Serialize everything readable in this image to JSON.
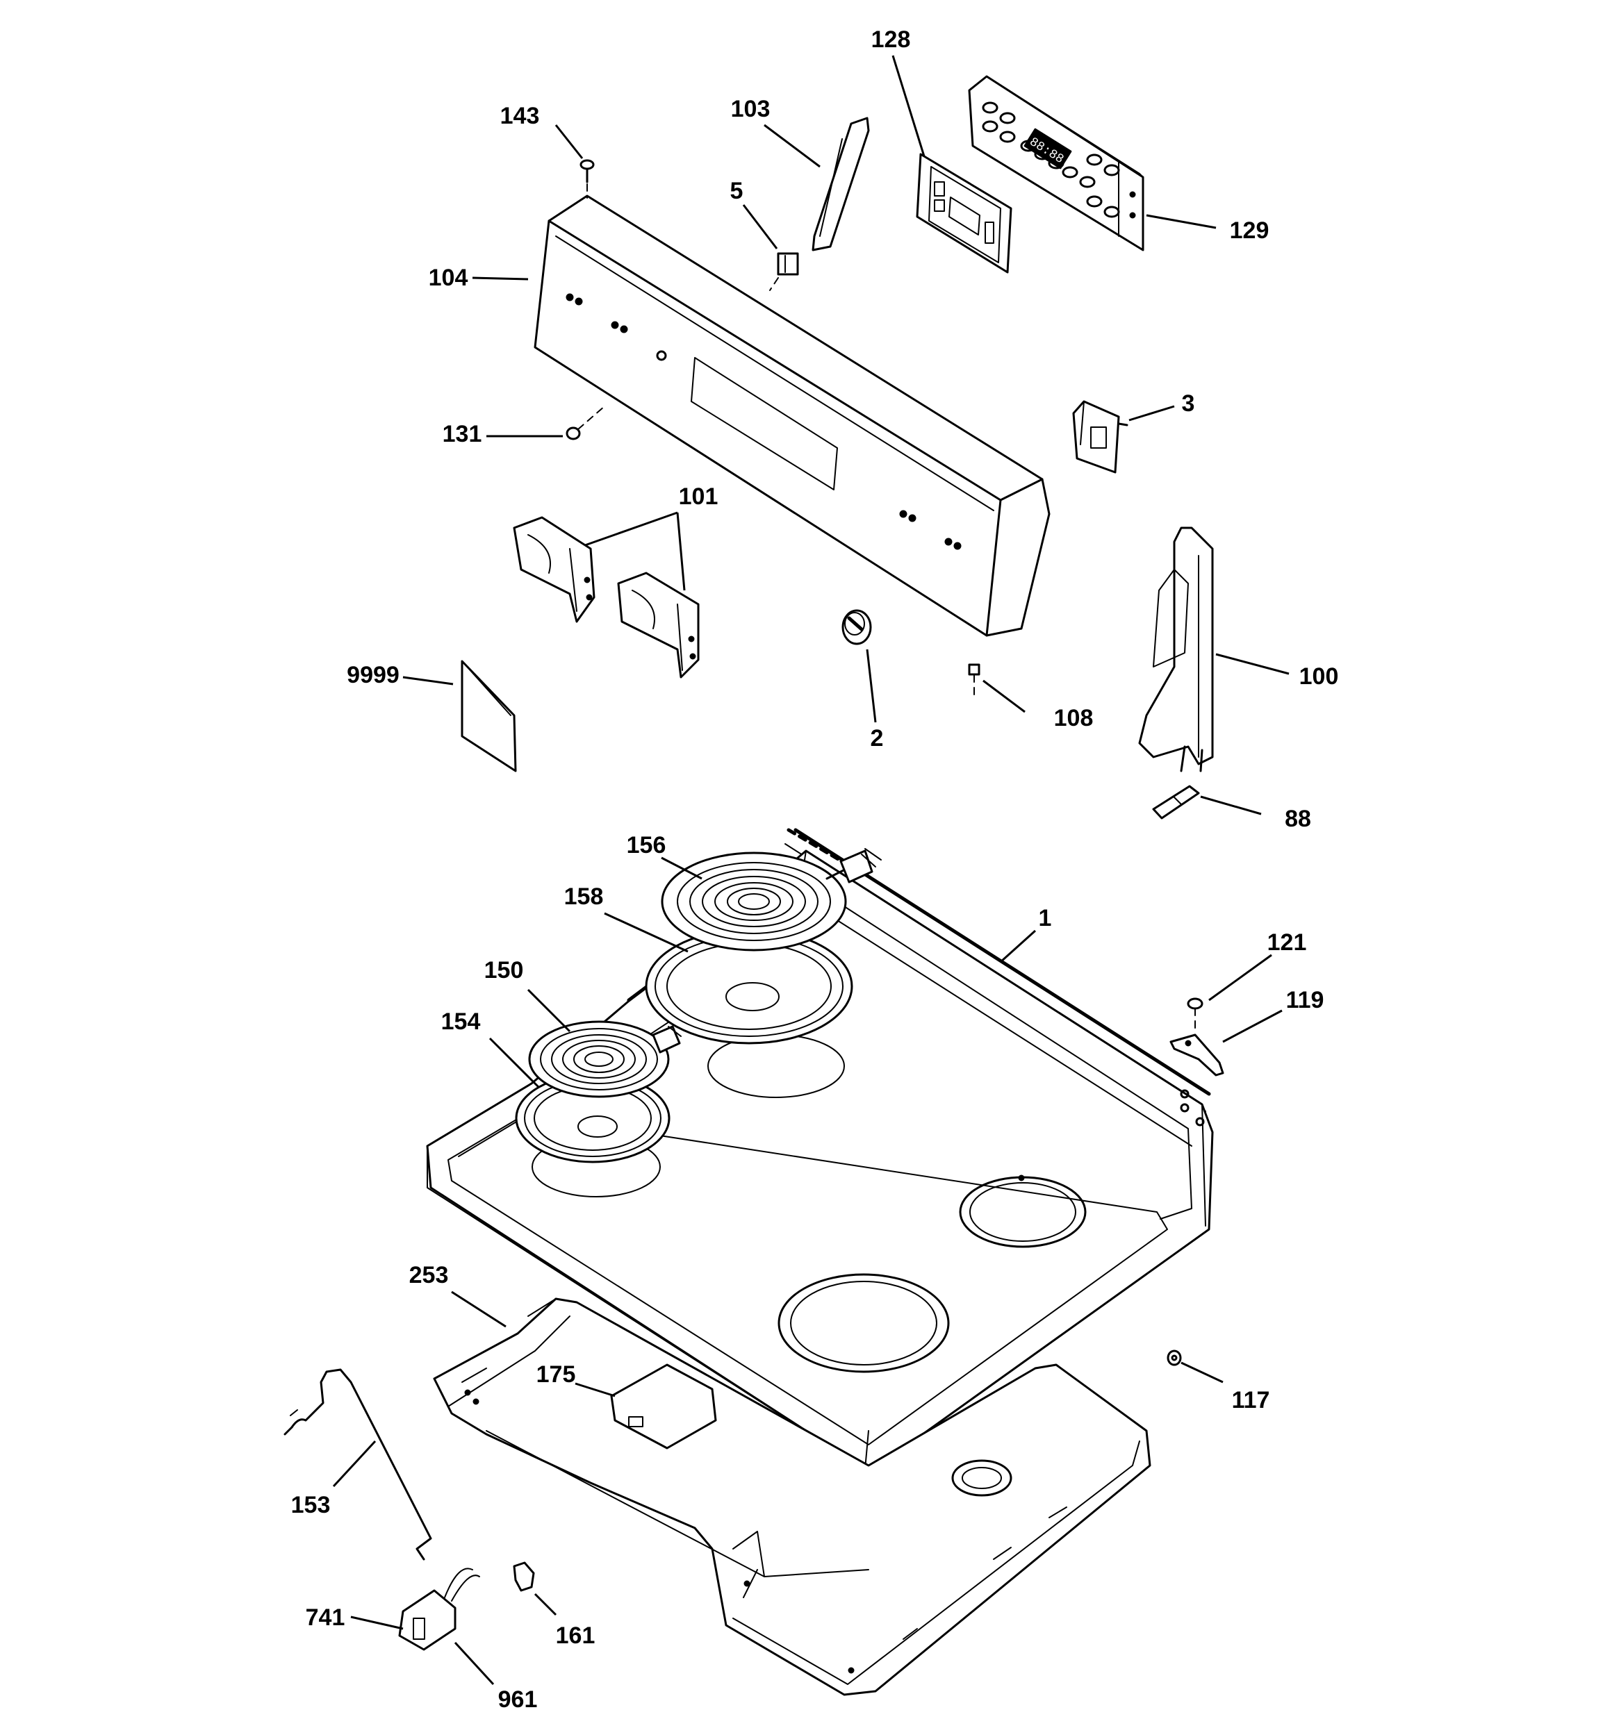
{
  "callouts": [
    {
      "id": "c128",
      "label": "128"
    },
    {
      "id": "c103",
      "label": "103"
    },
    {
      "id": "c143",
      "label": "143"
    },
    {
      "id": "c5",
      "label": "5"
    },
    {
      "id": "c129",
      "label": "129"
    },
    {
      "id": "c104",
      "label": "104"
    },
    {
      "id": "c3",
      "label": "3"
    },
    {
      "id": "c131",
      "label": "131"
    },
    {
      "id": "c101",
      "label": "101"
    },
    {
      "id": "c100",
      "label": "100"
    },
    {
      "id": "c9999",
      "label": "9999"
    },
    {
      "id": "c2",
      "label": "2"
    },
    {
      "id": "c108",
      "label": "108"
    },
    {
      "id": "c88",
      "label": "88"
    },
    {
      "id": "c156",
      "label": "156"
    },
    {
      "id": "c158",
      "label": "158"
    },
    {
      "id": "c1",
      "label": "1"
    },
    {
      "id": "c121",
      "label": "121"
    },
    {
      "id": "c150",
      "label": "150"
    },
    {
      "id": "c119",
      "label": "119"
    },
    {
      "id": "c154",
      "label": "154"
    },
    {
      "id": "c253",
      "label": "253"
    },
    {
      "id": "c175",
      "label": "175"
    },
    {
      "id": "c117",
      "label": "117"
    },
    {
      "id": "c153",
      "label": "153"
    },
    {
      "id": "c741",
      "label": "741"
    },
    {
      "id": "c161",
      "label": "161"
    },
    {
      "id": "c961",
      "label": "961"
    }
  ],
  "control_display": {
    "digits": "88:88"
  }
}
